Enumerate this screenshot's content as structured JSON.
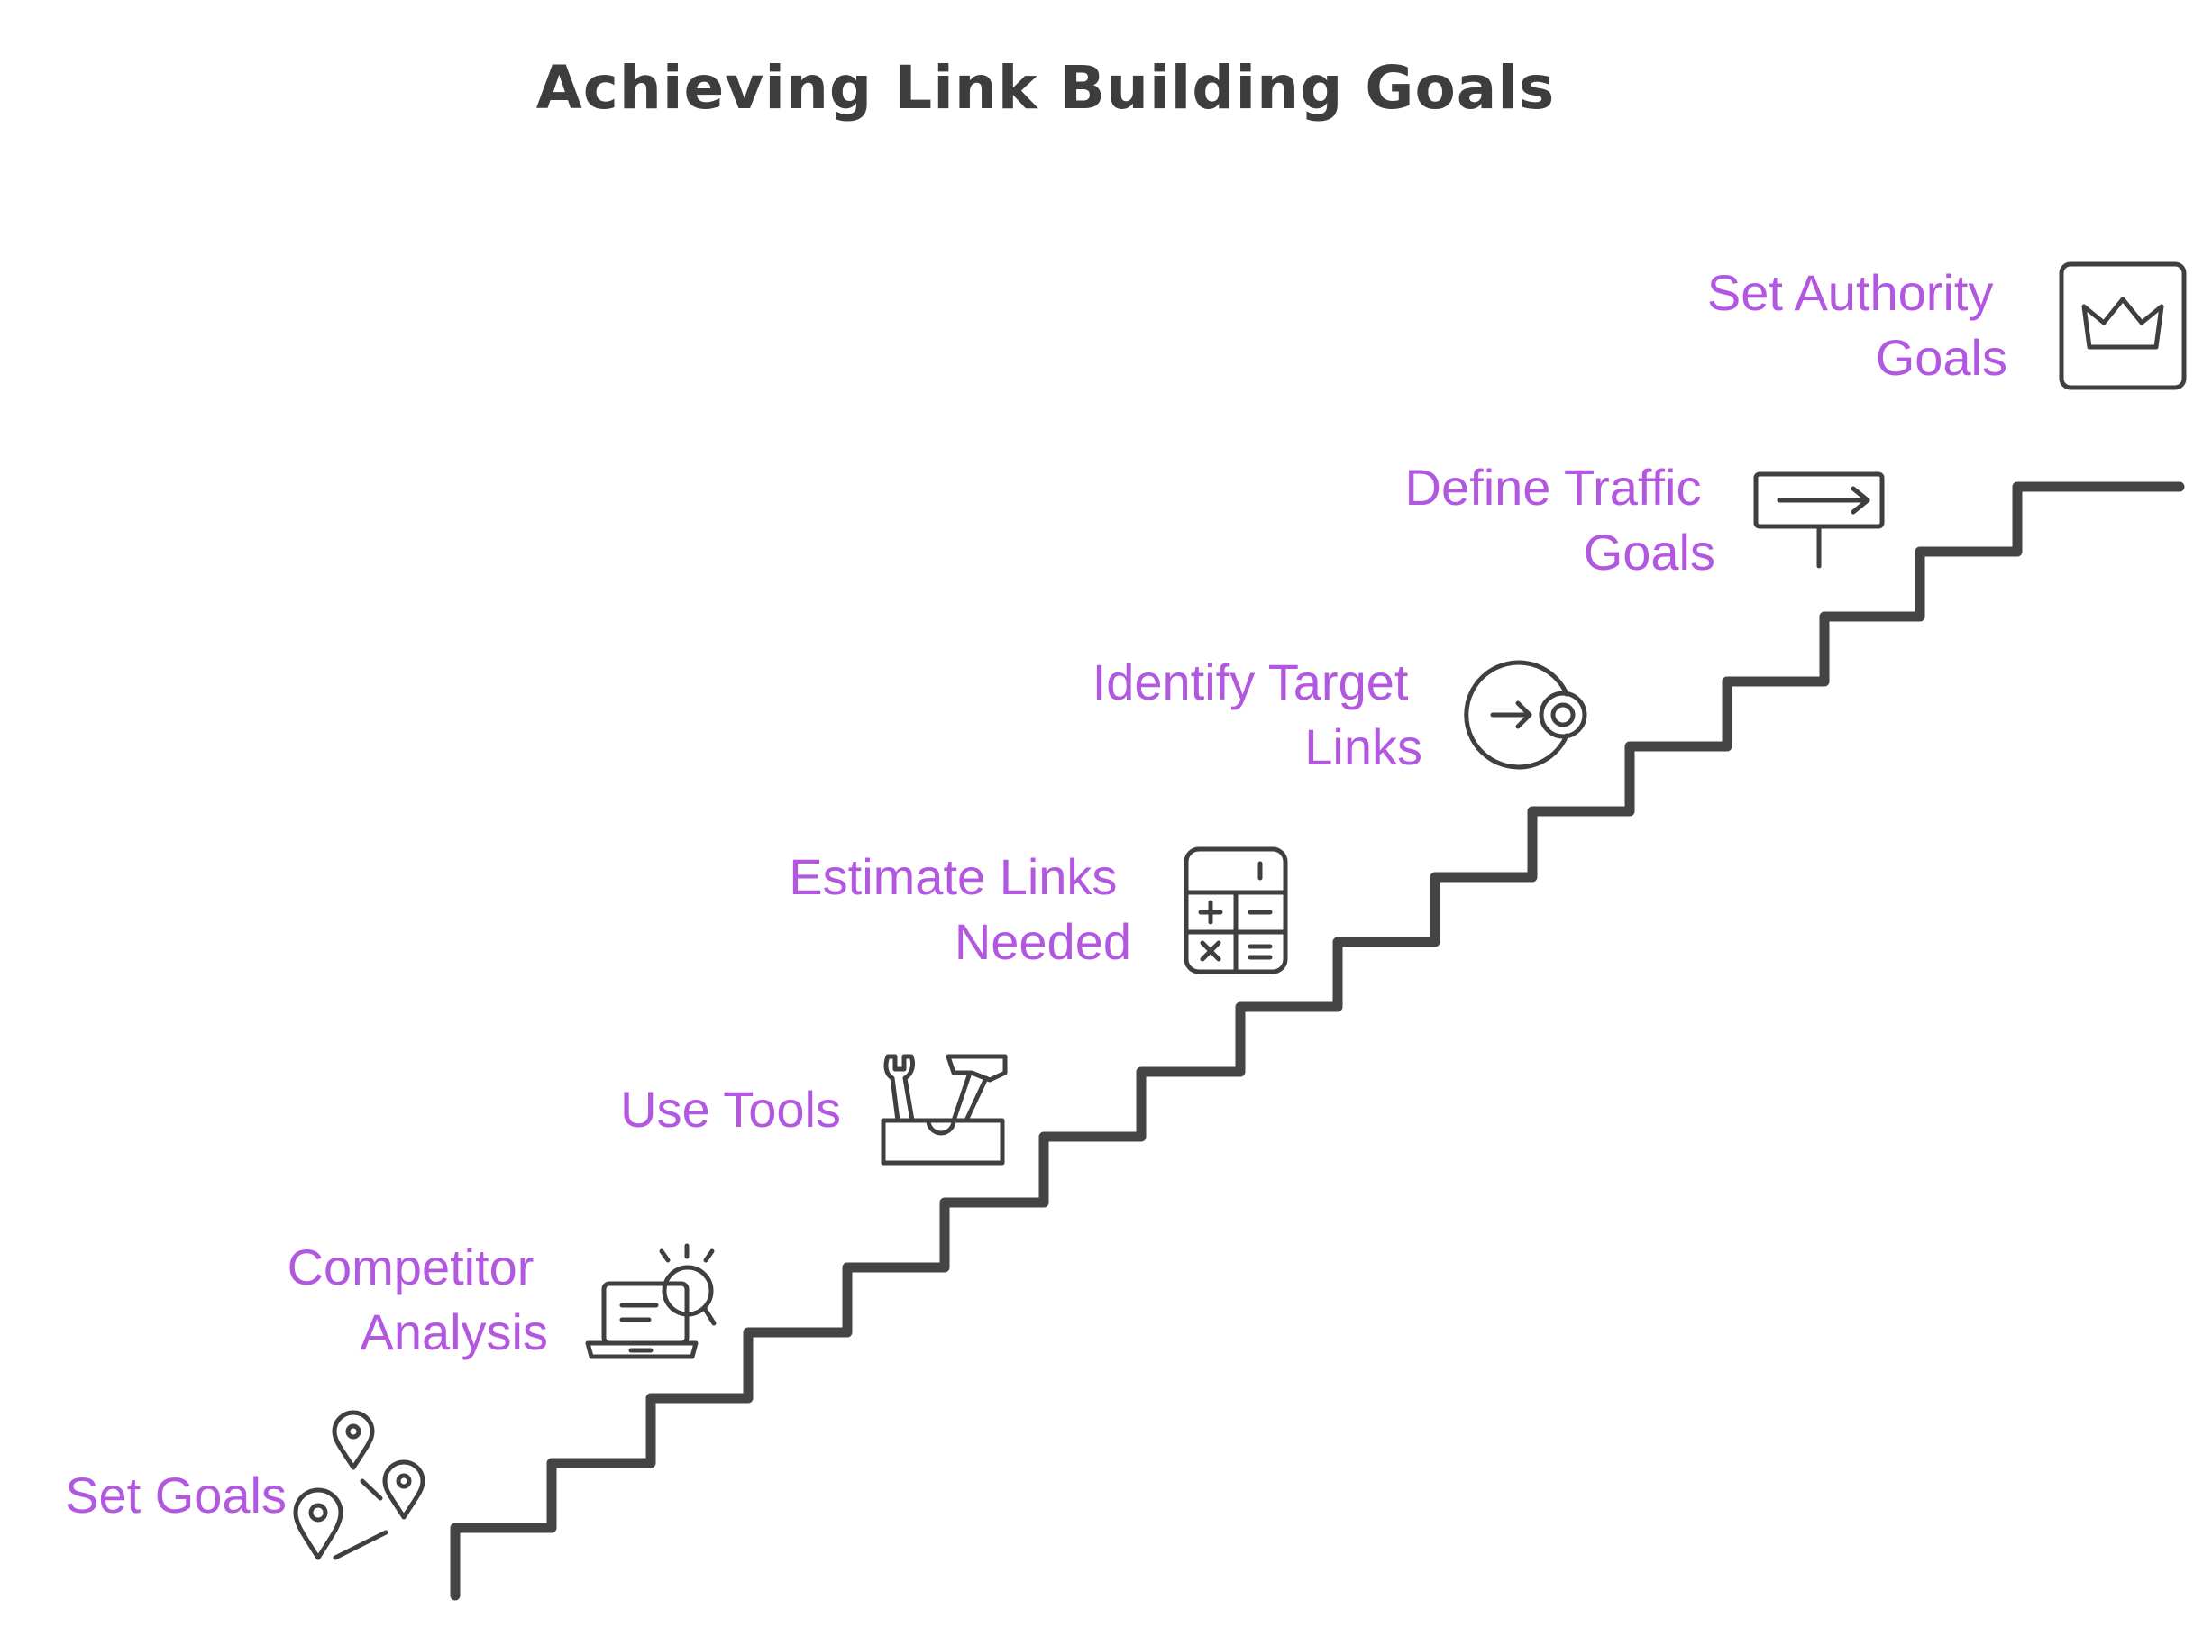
{
  "title": "Achieving Link Building Goals",
  "colors": {
    "label": "#b257df",
    "stair": "#444444",
    "icon": "#3f3f3f",
    "title": "#3d3d3d"
  },
  "steps": [
    {
      "lines": [
        "Set Goals"
      ],
      "icon": "map-pins-icon"
    },
    {
      "lines": [
        "Competitor",
        "Analysis"
      ],
      "icon": "laptop-search-icon"
    },
    {
      "lines": [
        "Use Tools"
      ],
      "icon": "toolbox-icon"
    },
    {
      "lines": [
        "Estimate Links",
        "Needed"
      ],
      "icon": "calculator-icon"
    },
    {
      "lines": [
        "Identify Target",
        "Links"
      ],
      "icon": "target-arrow-icon"
    },
    {
      "lines": [
        "Define Traffic",
        "Goals"
      ],
      "icon": "signpost-icon"
    },
    {
      "lines": [
        "Set Authority",
        "Goals"
      ],
      "icon": "crown-icon"
    }
  ]
}
